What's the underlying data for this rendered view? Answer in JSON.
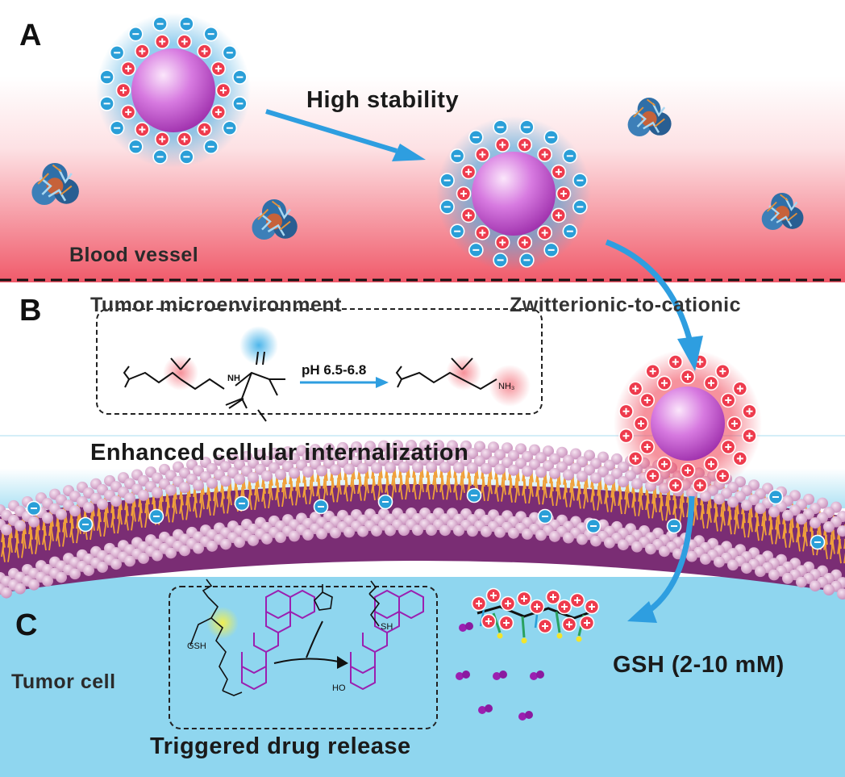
{
  "panels": {
    "a": "A",
    "b": "B",
    "c": "C"
  },
  "section_a": {
    "transport_label": "High stability",
    "region_label": "Blood vessel"
  },
  "section_b": {
    "region_label": "Tumor microenvironment",
    "transition_label": "Zwitterionic-to-cationic",
    "condition_label": "pH 6.5-6.8",
    "outcome_label": "Enhanced cellular internalization",
    "chem_labels": {
      "amide_n": "NH",
      "ammonium": "NH₃"
    }
  },
  "section_c": {
    "region_label": "Tumor cell",
    "outcome_label": "Triggered drug release",
    "gsh_label": "GSH (2-10 mM)",
    "chem_labels": {
      "thiol_reagent": "GSH",
      "thiol": "SH",
      "hydroxyl": "HO"
    }
  },
  "colors": {
    "blood": "#f05a6a",
    "cytoplasm": "#8fd6ef",
    "nanoparticle": "#c850d8",
    "cation": "#ee3b4d",
    "anion": "#2a9fd8",
    "arrow": "#2e9ee0",
    "drug": "#9b1fb0",
    "lipid_head": "#dca6cf",
    "lipid_tail": "#7a2d74"
  },
  "icons": [
    "nanoparticle-icon",
    "protein-icon",
    "cation-charge-icon",
    "anion-charge-icon",
    "lipid-bilayer-icon",
    "drug-molecule-icon",
    "polymer-chain-icon"
  ]
}
